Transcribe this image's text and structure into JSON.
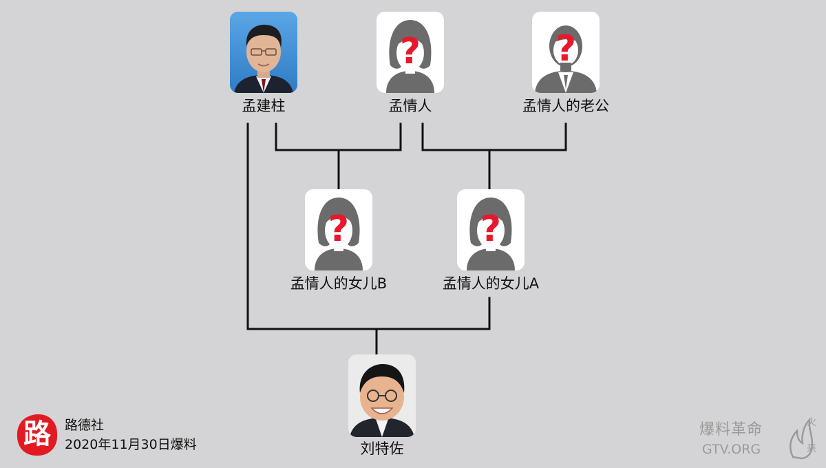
{
  "people": {
    "meng": "孟建柱",
    "mistress": "孟情人",
    "husband": "孟情人的老公",
    "daughter_b": "孟情人的女儿B",
    "daughter_a": "孟情人的女儿A",
    "liu": "刘特佐"
  },
  "unknown_mark": "?",
  "source": {
    "logo_char": "路",
    "name": "路德社",
    "date_line": "2020年11月30日爆料"
  },
  "watermark": {
    "cn": "爆料革命",
    "url": "GTV.ORG",
    "mark_top": "火",
    "mark_bottom": "来"
  },
  "colors": {
    "background": "#d4d4d6",
    "line": "#111111",
    "question": "#e8182a",
    "silhouette": "#6b6b6b",
    "logo_red": "#e21b23"
  }
}
